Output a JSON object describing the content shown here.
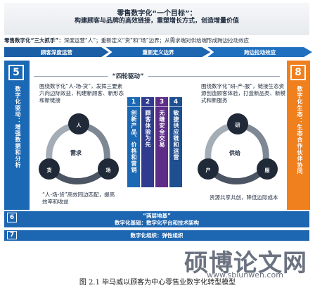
{
  "header": {
    "goal_title": "零售数字化“一个目标”：",
    "goal_line": "构建顾客与品牌的高效链接，重塑增长方式，创造增量价值"
  },
  "three_grabs": {
    "label": "零售数字化“三大抓手”：",
    "text": "深度运营“人”；重新定义“货”和“场”边界；从需求端对供给端形成跨边拉动效应"
  },
  "arrows": [
    "顾客深度运营",
    "重新定义边界",
    "跨边拉动效应"
  ],
  "left_panel": {
    "num": "5",
    "text": "数字化驱动：增强数据和分析"
  },
  "right_panel": {
    "num": "8",
    "text": "数字化生态：生态合作伙伴协同"
  },
  "four_wheel": "“四轮驱动”",
  "desc_left": "围绕数字化“人-场-货”，发挥三要素六向边际效益，构建新顾客、新形态和新链接",
  "desc_right": "围绕数字化“研-产-服”，链接生态资源创造顾客体验，打造新品类、新模式和新服务",
  "desc_bottom_left": "“人-场-货”高效同边匹配，提高效率和收益",
  "desc_bottom_right": "资源共享共创，降低边际成本",
  "pillars": [
    {
      "num": "1",
      "text": "创新产品、价格和营销"
    },
    {
      "num": "2",
      "text": "顾客体验为先"
    },
    {
      "num": "3",
      "text": "无缝安全交易"
    },
    {
      "num": "4",
      "text": "敏捷供应链和运营"
    }
  ],
  "cycle_left": {
    "center": "需求",
    "nodes": [
      "人",
      "货",
      "场"
    ]
  },
  "cycle_right": {
    "center": "供给",
    "nodes": [
      "研",
      "产",
      "服"
    ]
  },
  "bar6": {
    "num": "6",
    "title": "“两层地基”",
    "text": "数字化基础：数字化平台和技术架构"
  },
  "bar7": {
    "num": "7",
    "text": "数字化组织：弹性组织"
  },
  "watermark": "硕博论文网",
  "watermark_url": "www.sblunwen.com",
  "caption": "图 2.1  毕马威以顾客为中心零售业数字化转型模型",
  "colors": {
    "blue": "#1b68b4",
    "orange": "#f07f1e",
    "navy": "#2e3b8f",
    "purple": "#5d2d88"
  }
}
